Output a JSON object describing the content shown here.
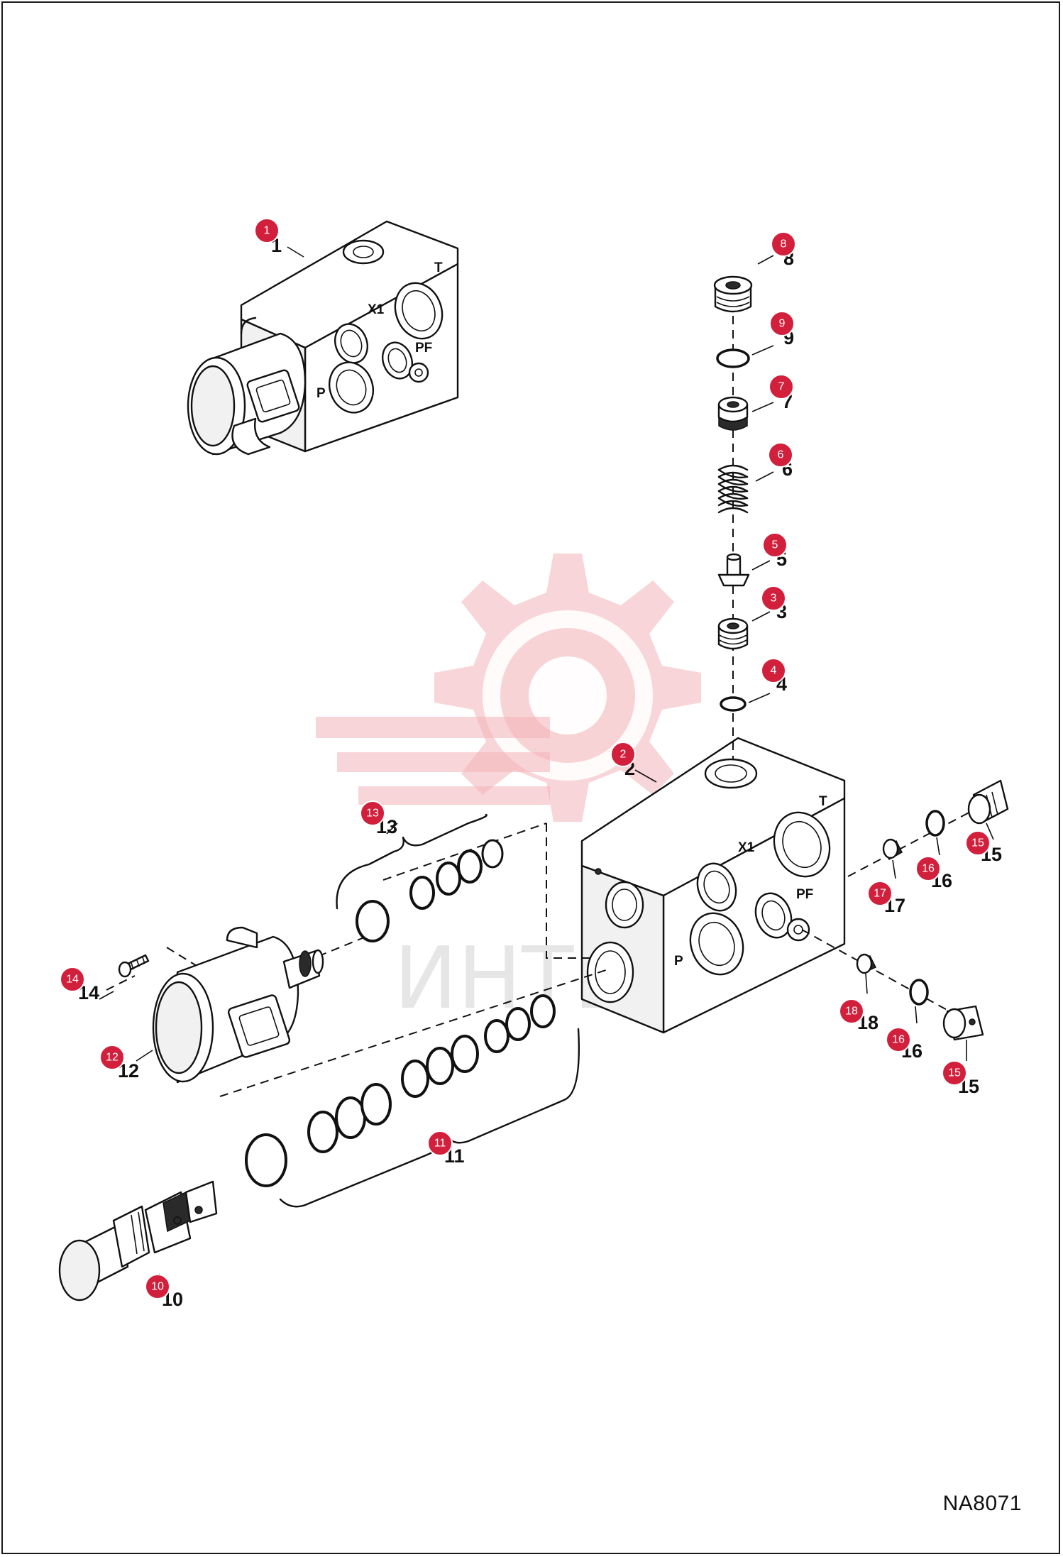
{
  "diagram": {
    "reference_code": "NA8071",
    "watermark_text": "ИНТЕХ",
    "port_labels": {
      "t": "T",
      "x1": "X1",
      "pf": "PF",
      "p": "P"
    },
    "callouts": [
      {
        "id": "c1",
        "number": "1",
        "label": "1"
      },
      {
        "id": "c2",
        "number": "2",
        "label": "2"
      },
      {
        "id": "c3",
        "number": "3",
        "label": "3"
      },
      {
        "id": "c4",
        "number": "4",
        "label": "4"
      },
      {
        "id": "c5",
        "number": "5",
        "label": "5"
      },
      {
        "id": "c6",
        "number": "6",
        "label": "6"
      },
      {
        "id": "c7",
        "number": "7",
        "label": "7"
      },
      {
        "id": "c8",
        "number": "8",
        "label": "8"
      },
      {
        "id": "c9",
        "number": "9",
        "label": "9"
      },
      {
        "id": "c10",
        "number": "10",
        "label": "10"
      },
      {
        "id": "c11",
        "number": "11",
        "label": "11"
      },
      {
        "id": "c12",
        "number": "12",
        "label": "12"
      },
      {
        "id": "c13",
        "number": "13",
        "label": "13"
      },
      {
        "id": "c14",
        "number": "14",
        "label": "14"
      },
      {
        "id": "c15a",
        "number": "15",
        "label": "15"
      },
      {
        "id": "c16a",
        "number": "16",
        "label": "16"
      },
      {
        "id": "c17",
        "number": "17",
        "label": "17"
      },
      {
        "id": "c18",
        "number": "18",
        "label": "18"
      },
      {
        "id": "c16b",
        "number": "16",
        "label": "16"
      },
      {
        "id": "c15b",
        "number": "15",
        "label": "15"
      }
    ],
    "badge_color": "#d21f3c",
    "watermark_color": "#f2b3b8"
  }
}
